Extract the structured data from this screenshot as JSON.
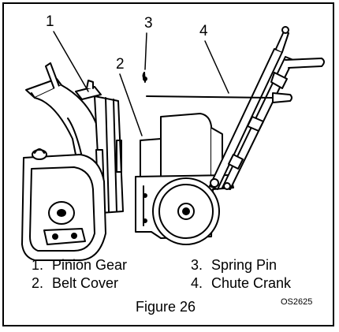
{
  "callouts": [
    {
      "num": "1"
    },
    {
      "num": "2"
    },
    {
      "num": "3"
    },
    {
      "num": "4"
    }
  ],
  "legend": [
    {
      "num": "1.",
      "label": "Pinion Gear"
    },
    {
      "num": "2.",
      "label": "Belt Cover"
    },
    {
      "num": "3.",
      "label": "Spring Pin"
    },
    {
      "num": "4.",
      "label": "Chute Crank"
    }
  ],
  "figure": {
    "caption": "Figure 26",
    "code": "OS2625"
  }
}
